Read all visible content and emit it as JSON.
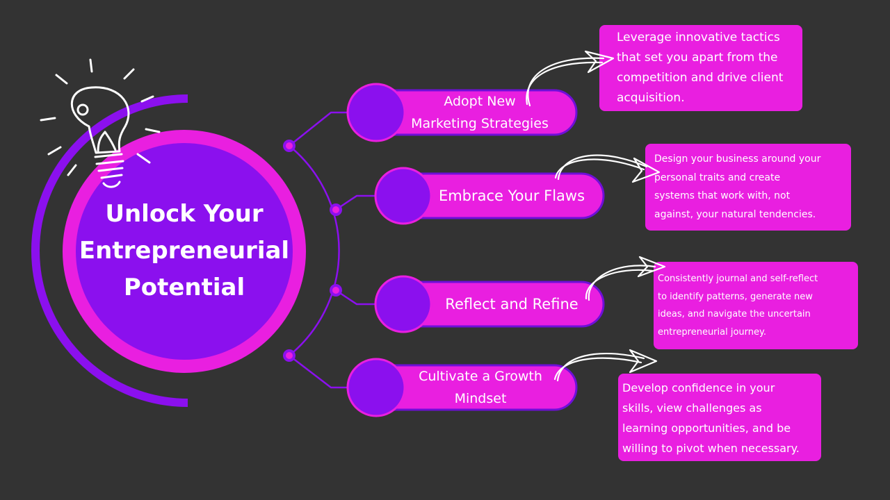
{
  "title_lines": [
    "Unlock Your",
    "Entrepreneurial",
    "Potential"
  ],
  "steps": [
    {
      "label_lines": [
        "Adopt New",
        "Marketing Strategies"
      ],
      "note_lines": [
        "Leverage innovative tactics",
        "that set you apart from the",
        "competition and drive client",
        "acquisition."
      ]
    },
    {
      "label_lines": [
        "Embrace Your Flaws"
      ],
      "note_lines": [
        "Design your business around your",
        "personal traits and create",
        "systems that work with, not",
        "against, your natural tendencies."
      ]
    },
    {
      "label_lines": [
        "Reflect and Refine"
      ],
      "note_lines": [
        "Consistently journal and self-reflect",
        "to identify patterns, generate new",
        "ideas, and navigate the uncertain",
        "entrepreneurial journey."
      ]
    },
    {
      "label_lines": [
        "Cultivate a Growth",
        "Mindset"
      ],
      "note_lines": [
        "Develop confidence in your",
        "skills, view challenges as",
        "learning opportunities, and be",
        "willing to pivot when necessary."
      ]
    }
  ],
  "icons": [
    "lightbulb-icon",
    "arrow-icon"
  ],
  "colors": {
    "background": "#333333",
    "magenta": "#E91FE0",
    "purple": "#8B10EE",
    "deep_purple": "#6E0FD8",
    "text": "#FFFFFF"
  }
}
